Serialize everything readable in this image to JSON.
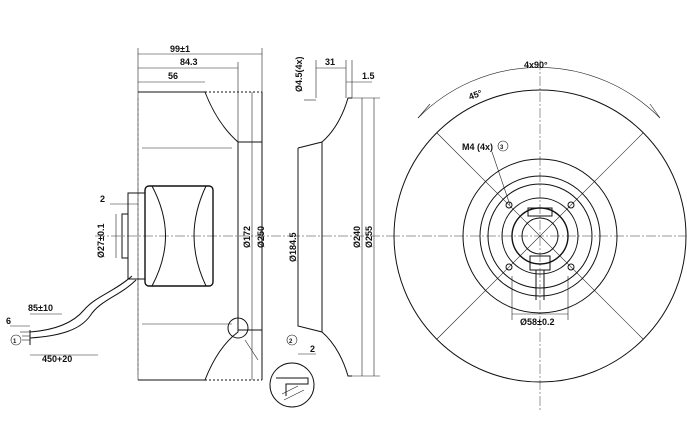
{
  "side_view": {
    "dim_overall": "99±1",
    "dim_84": "84.3",
    "dim_56": "56",
    "dim_2": "2",
    "dim_d27": "Ø27±0.1",
    "dim_d172": "Ø172",
    "dim_d250": "Ø250",
    "dim_6": "6",
    "dim_85": "85±10",
    "dim_450": "450+20",
    "callout_1": "1"
  },
  "section_view": {
    "dim_d45": "Ø4.5(4x)",
    "dim_31": "31",
    "dim_1_5": "1.5",
    "dim_d184": "Ø184.5",
    "dim_d240": "Ø240",
    "dim_d255": "Ø255",
    "callout_2": "2",
    "dim_2b": "2"
  },
  "front_view": {
    "dim_4x90": "4x90°",
    "dim_45": "45°",
    "label_m4": "M4 (4x)",
    "callout_3": "3",
    "dim_d58": "Ø58±0.2"
  }
}
